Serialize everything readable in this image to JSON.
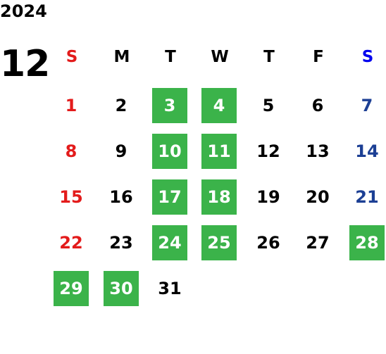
{
  "calendar": {
    "year": "2024",
    "month": "12",
    "weekdays": [
      "S",
      "M",
      "T",
      "W",
      "T",
      "F",
      "S"
    ],
    "colors": {
      "sunday": "#e31b1b",
      "saturday": "#1c3f94",
      "saturday_header": "#0000ee",
      "highlight": "#3bb34a"
    },
    "weeks": [
      [
        {
          "day": "1"
        },
        {
          "day": "2"
        },
        {
          "day": "3",
          "highlighted": true
        },
        {
          "day": "4",
          "highlighted": true
        },
        {
          "day": "5"
        },
        {
          "day": "6"
        },
        {
          "day": "7"
        }
      ],
      [
        {
          "day": "8"
        },
        {
          "day": "9"
        },
        {
          "day": "10",
          "highlighted": true
        },
        {
          "day": "11",
          "highlighted": true
        },
        {
          "day": "12"
        },
        {
          "day": "13"
        },
        {
          "day": "14"
        }
      ],
      [
        {
          "day": "15"
        },
        {
          "day": "16"
        },
        {
          "day": "17",
          "highlighted": true
        },
        {
          "day": "18",
          "highlighted": true
        },
        {
          "day": "19"
        },
        {
          "day": "20"
        },
        {
          "day": "21"
        }
      ],
      [
        {
          "day": "22"
        },
        {
          "day": "23"
        },
        {
          "day": "24",
          "highlighted": true
        },
        {
          "day": "25",
          "highlighted": true
        },
        {
          "day": "26"
        },
        {
          "day": "27"
        },
        {
          "day": "28",
          "highlighted": true
        }
      ],
      [
        {
          "day": "29",
          "highlighted": true
        },
        {
          "day": "30",
          "highlighted": true
        },
        {
          "day": "31"
        },
        null,
        null,
        null,
        null
      ]
    ]
  }
}
